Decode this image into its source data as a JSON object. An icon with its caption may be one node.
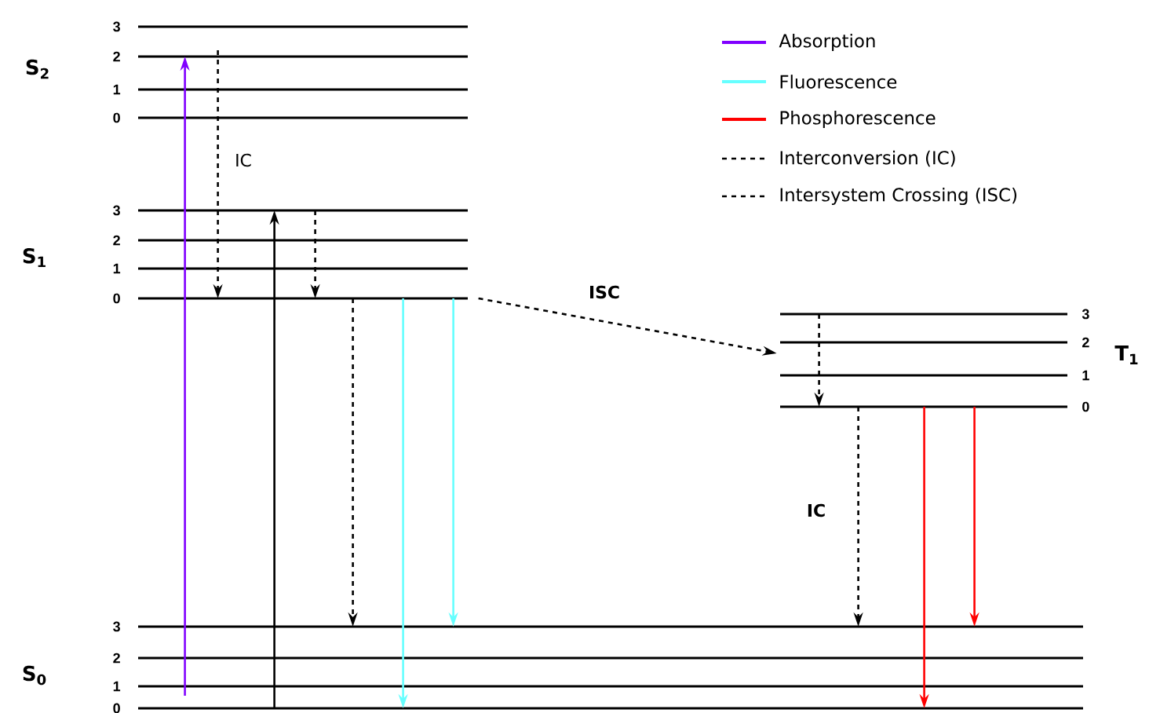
{
  "diagram": {
    "nodes": [
      {
        "text": [
          "3"
        ]
      },
      {
        "text": [
          "2"
        ]
      },
      {
        "text": [
          "1"
        ]
      },
      {
        "text": [
          "0"
        ]
      },
      {
        "text": [
          "3"
        ]
      },
      {
        "text": [
          "2"
        ]
      },
      {
        "text": [
          "1"
        ]
      },
      {
        "text": [
          "0"
        ]
      },
      {
        "text": [
          "3"
        ]
      },
      {
        "text": [
          "2"
        ]
      },
      {
        "text": [
          "1"
        ]
      },
      {
        "text": [
          "0"
        ]
      },
      {
        "text": [
          "3"
        ]
      },
      {
        "text": [
          "2"
        ]
      },
      {
        "text": [
          "1"
        ]
      },
      {
        "text": [
          "0"
        ]
      }
    ],
    "edges": [
      {
        "from": 15,
        "to": 1,
        "arrow": "to",
        "color": "#8000ff"
      },
      {
        "from": 15,
        "to": 4,
        "arrow": "to"
      },
      {
        "from": 1,
        "to": 7,
        "arrow": "to",
        "style": "dashed",
        "label": "IC"
      },
      {
        "from": 4,
        "to": 7,
        "arrow": "to",
        "style": "dashed"
      },
      {
        "from": 7,
        "to": 12,
        "arrow": "to",
        "style": "dashed"
      },
      {
        "from": 7,
        "to": 15,
        "arrow": "to",
        "color": "#66ffff"
      },
      {
        "from": 7,
        "to": 12,
        "arrow": "to",
        "color": "#66ffff"
      },
      {
        "from": 7,
        "to": 9,
        "arrow": "to",
        "style": "dashed",
        "label": "ISC"
      },
      {
        "from": 8,
        "to": 11,
        "arrow": "to",
        "style": "dashed"
      },
      {
        "from": 11,
        "to": 12,
        "arrow": "to",
        "style": "dashed",
        "label": "IC"
      },
      {
        "from": 11,
        "to": 15,
        "arrow": "to",
        "color": "#ff0000"
      },
      {
        "from": 11,
        "to": 12,
        "arrow": "to",
        "color": "#ff0000"
      }
    ],
    "labels": [
      "S$_{2}$",
      "S$_{1}$",
      "T$_{1}$",
      "S$_{0}$"
    ],
    "legend": [
      {
        "text": "Absorption",
        "color": "#8000ff"
      },
      {
        "text": "Fluorescence",
        "color": "#66ffff"
      },
      {
        "text": "Phosphorescence",
        "color": "#ff0000"
      },
      {
        "text": "Interconversion (IC)"
      },
      {
        "text": "Intersystem Crossing (ISC)"
      }
    ]
  }
}
